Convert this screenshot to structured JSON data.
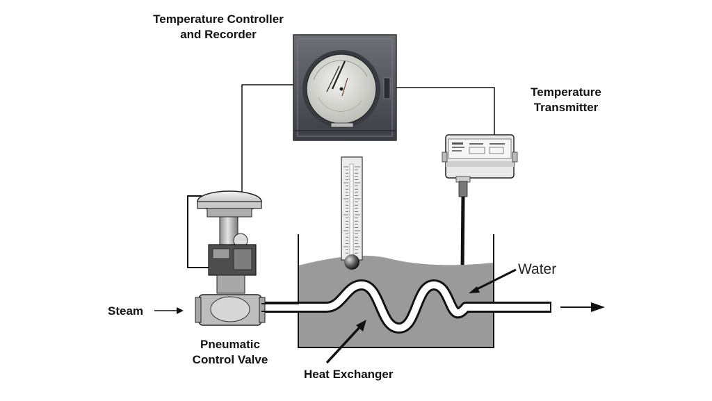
{
  "labels": {
    "controller_line1": "Temperature Controller",
    "controller_line2": "and Recorder",
    "transmitter_line1": "Temperature",
    "transmitter_line2": "Transmitter",
    "steam": "Steam",
    "valve_line1": "Pneumatic",
    "valve_line2": "Control Valve",
    "heat_exchanger": "Heat Exchanger",
    "water": "Water"
  },
  "colors": {
    "water": "#9a9a9a",
    "tank_outline": "#000000",
    "panel": "#55565e",
    "chart_face": "#d8d8d4",
    "transmitter_body": "#e6e6e6",
    "valve_body": "#bdbdbd",
    "signal_line": "#000000"
  }
}
